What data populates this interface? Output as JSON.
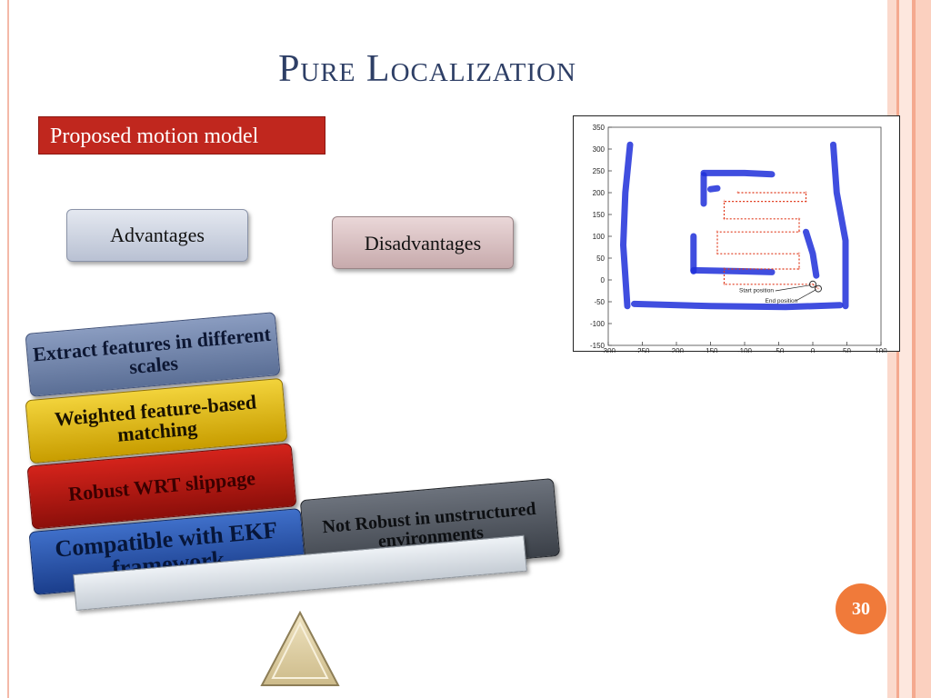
{
  "slide": {
    "title": "Pure Localization",
    "proposed_label": "Proposed motion model",
    "advantages_label": "Advantages",
    "disadvantages_label": "Disadvantages",
    "advantages": [
      "Extract features in different scales",
      "Weighted feature-based matching",
      "Robust WRT slippage",
      "Compatible with EKF framework"
    ],
    "disadvantages": [
      "Not Robust in unstructured environments"
    ],
    "page_number": "30",
    "colors": {
      "title": "#2e3f66",
      "accent": "#c0271e",
      "page_badge": "#f07a3a"
    }
  },
  "chart_data": {
    "type": "scatter",
    "xlim": [
      -300,
      100
    ],
    "ylim": [
      -150,
      350
    ],
    "xticks": [
      -300,
      -250,
      -200,
      -150,
      -100,
      -50,
      0,
      50,
      100
    ],
    "yticks": [
      -150,
      -100,
      -50,
      0,
      50,
      100,
      150,
      200,
      250,
      300,
      350
    ],
    "annotations": [
      "Start position",
      "End position"
    ],
    "series": [
      {
        "color": "#1f2fd9",
        "walls": [
          [
            [
              -268,
              310
            ],
            [
              -275,
              200
            ],
            [
              -278,
              80
            ],
            [
              -272,
              -60
            ]
          ],
          [
            [
              -262,
              -55
            ],
            [
              -150,
              -60
            ],
            [
              -40,
              -62
            ],
            [
              40,
              -58
            ]
          ],
          [
            [
              30,
              310
            ],
            [
              35,
              200
            ],
            [
              48,
              90
            ],
            [
              48,
              -60
            ]
          ],
          [
            [
              -160,
              245
            ],
            [
              -100,
              245
            ],
            [
              -60,
              242
            ]
          ],
          [
            [
              -160,
              240
            ],
            [
              -160,
              175
            ]
          ],
          [
            [
              -150,
              208
            ],
            [
              -140,
              210
            ]
          ],
          [
            [
              -175,
              100
            ],
            [
              -175,
              20
            ]
          ],
          [
            [
              -175,
              22
            ],
            [
              -110,
              20
            ],
            [
              -60,
              18
            ]
          ],
          [
            [
              -10,
              110
            ],
            [
              0,
              60
            ],
            [
              5,
              10
            ]
          ]
        ]
      },
      {
        "color": "#e03a1c",
        "path": [
          [
            -110,
            200
          ],
          [
            -10,
            200
          ],
          [
            -10,
            180
          ],
          [
            -130,
            180
          ],
          [
            -130,
            140
          ],
          [
            -20,
            140
          ],
          [
            -20,
            110
          ],
          [
            -140,
            110
          ],
          [
            -140,
            60
          ],
          [
            -20,
            60
          ],
          [
            -20,
            25
          ],
          [
            -130,
            25
          ],
          [
            -130,
            -10
          ],
          [
            0,
            -10
          ],
          [
            8,
            -20
          ]
        ],
        "start": [
          0,
          -10
        ],
        "end": [
          8,
          -20
        ]
      }
    ]
  }
}
